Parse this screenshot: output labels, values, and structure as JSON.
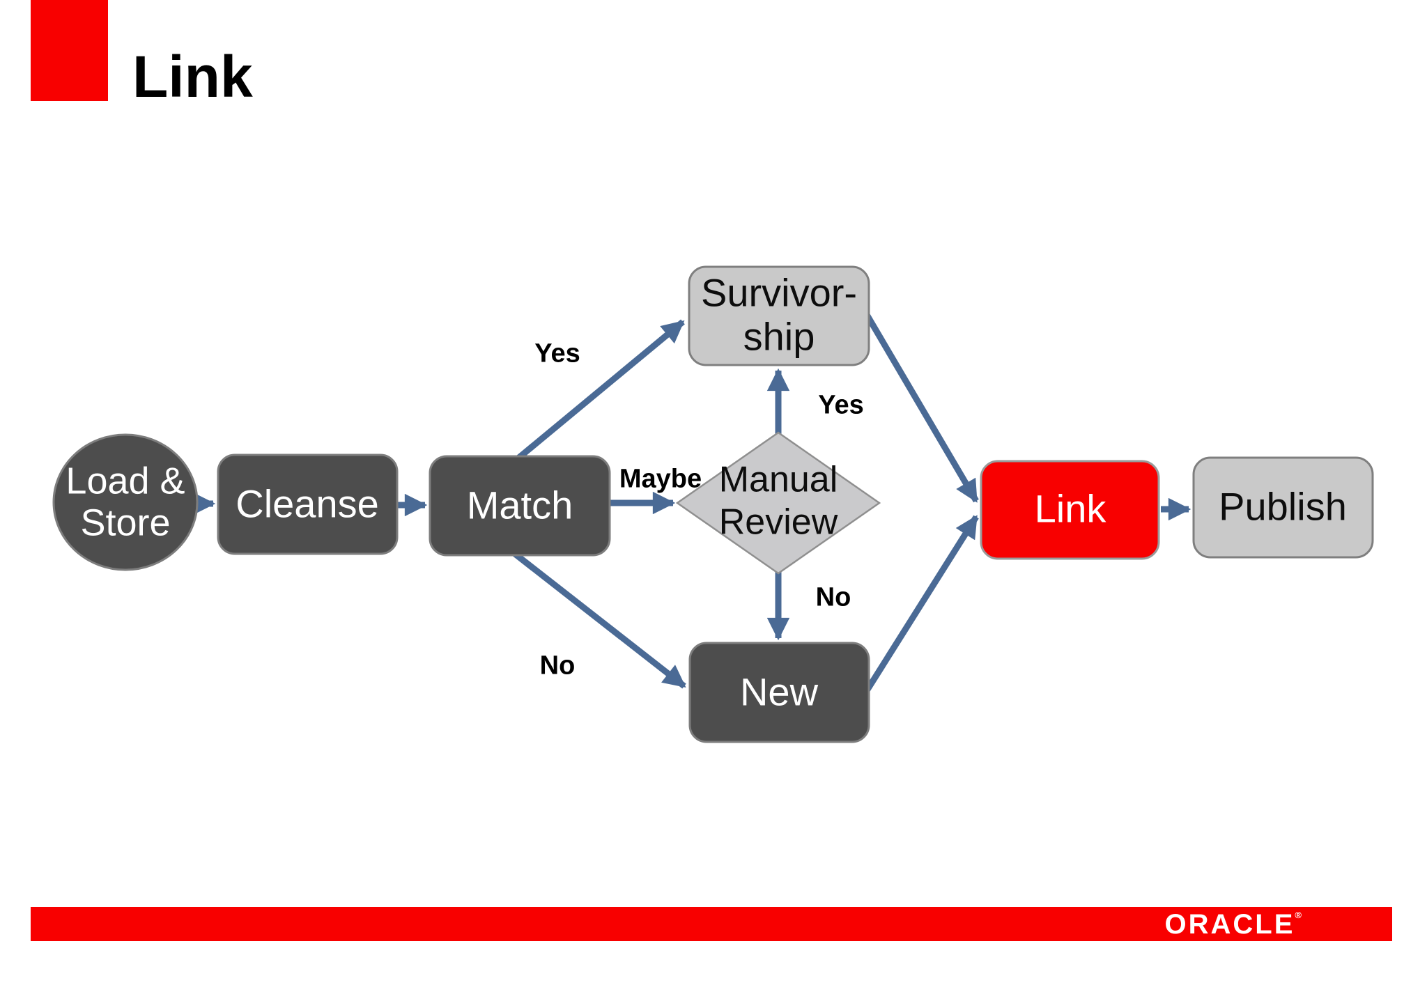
{
  "slide": {
    "title": "Link",
    "brand": {
      "logo_text": "ORACLE",
      "registered_mark": "®"
    },
    "colors": {
      "accent_red": "#f80000",
      "dark_node": "#4d4d4d",
      "light_node": "#c9c9c9",
      "arrow": "#4a6a95"
    }
  },
  "flowchart": {
    "nodes": [
      {
        "id": "load-store",
        "label": "Load &\nStore",
        "shape": "circle",
        "variant": "dark"
      },
      {
        "id": "cleanse",
        "label": "Cleanse",
        "shape": "rect",
        "variant": "dark"
      },
      {
        "id": "match",
        "label": "Match",
        "shape": "rect",
        "variant": "dark"
      },
      {
        "id": "survivorship",
        "label": "Survivor-\nship",
        "shape": "rect",
        "variant": "light"
      },
      {
        "id": "manual-review",
        "label": "Manual\nReview",
        "shape": "diamond",
        "variant": "light"
      },
      {
        "id": "new",
        "label": "New",
        "shape": "rect",
        "variant": "dark"
      },
      {
        "id": "link",
        "label": "Link",
        "shape": "rect",
        "variant": "red"
      },
      {
        "id": "publish",
        "label": "Publish",
        "shape": "rect",
        "variant": "light"
      }
    ],
    "edges": [
      {
        "from": "load-store",
        "to": "cleanse",
        "label": ""
      },
      {
        "from": "cleanse",
        "to": "match",
        "label": ""
      },
      {
        "from": "match",
        "to": "manual-review",
        "label": "Maybe"
      },
      {
        "from": "match",
        "to": "survivorship",
        "label": "Yes"
      },
      {
        "from": "match",
        "to": "new",
        "label": "No"
      },
      {
        "from": "manual-review",
        "to": "survivorship",
        "label": "Yes"
      },
      {
        "from": "manual-review",
        "to": "new",
        "label": "No"
      },
      {
        "from": "survivorship",
        "to": "link",
        "label": ""
      },
      {
        "from": "new",
        "to": "link",
        "label": ""
      },
      {
        "from": "link",
        "to": "publish",
        "label": ""
      }
    ]
  }
}
